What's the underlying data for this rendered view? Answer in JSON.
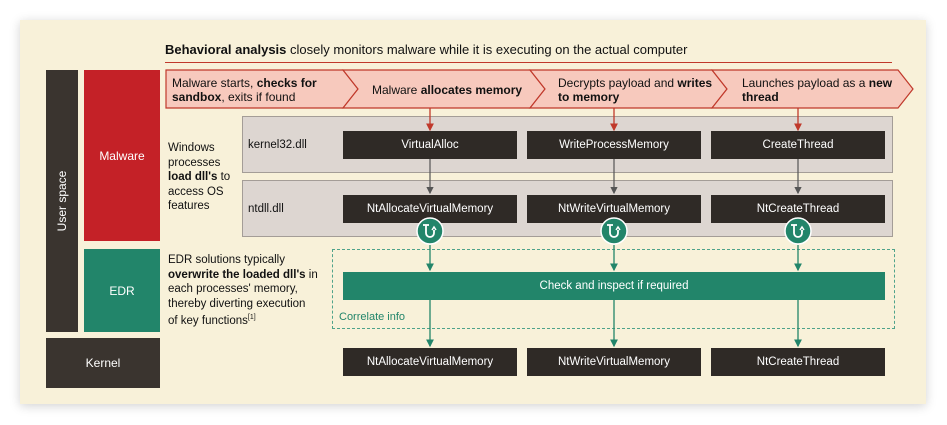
{
  "headline": {
    "bold": "Behavioral analysis",
    "rest": " closely monitors malware while it is executing on the actual computer"
  },
  "lanes": {
    "user_space": "User space",
    "malware": "Malware",
    "edr": "EDR",
    "kernel": "Kernel"
  },
  "notes": {
    "windows": {
      "l1": "Windows",
      "l2": "processes",
      "l3_bold": "load dll's",
      "l3_rest": " to",
      "l4": "access OS",
      "l5": "features"
    },
    "edr": {
      "l1": "EDR solutions typically",
      "l2_bold": "overwrite the loaded dll's",
      "l2_rest": " in",
      "l3": "each processes' memory,",
      "l4": "thereby diverting execution",
      "l5": "of key functions",
      "ref": "[1]"
    }
  },
  "steps": [
    {
      "pre": "Malware starts, ",
      "bold": "checks for",
      "line2_bold": "sandbox",
      "line2_rest": ", exits if found"
    },
    {
      "pre": "Malware ",
      "bold": "allocates memory"
    },
    {
      "pre": "Decrypts payload and ",
      "bold": "writes",
      "line2_bold": "to memory"
    },
    {
      "pre": "Launches payload as a ",
      "bold": "new",
      "line2_bold": "thread"
    }
  ],
  "dlls": {
    "kernel32": "kernel32.dll",
    "ntdll": "ntdll.dll"
  },
  "kernel32_funcs": [
    "VirtualAlloc",
    "WriteProcessMemory",
    "CreateThread"
  ],
  "ntdll_funcs": [
    "NtAllocateVirtualMemory",
    "NtWriteVirtualMemory",
    "NtCreateThread"
  ],
  "kernel_funcs": [
    "NtAllocateVirtualMemory",
    "NtWriteVirtualMemory",
    "NtCreateThread"
  ],
  "inspect": "Check and inspect if required",
  "correlate": "Correlate info",
  "icons": {
    "hook": "hook-icon"
  },
  "colors": {
    "red": "#c42127",
    "green": "#22856a",
    "dark": "#2f2a26",
    "step_fill": "#f7c9bd",
    "step_stroke": "#c0392b"
  }
}
